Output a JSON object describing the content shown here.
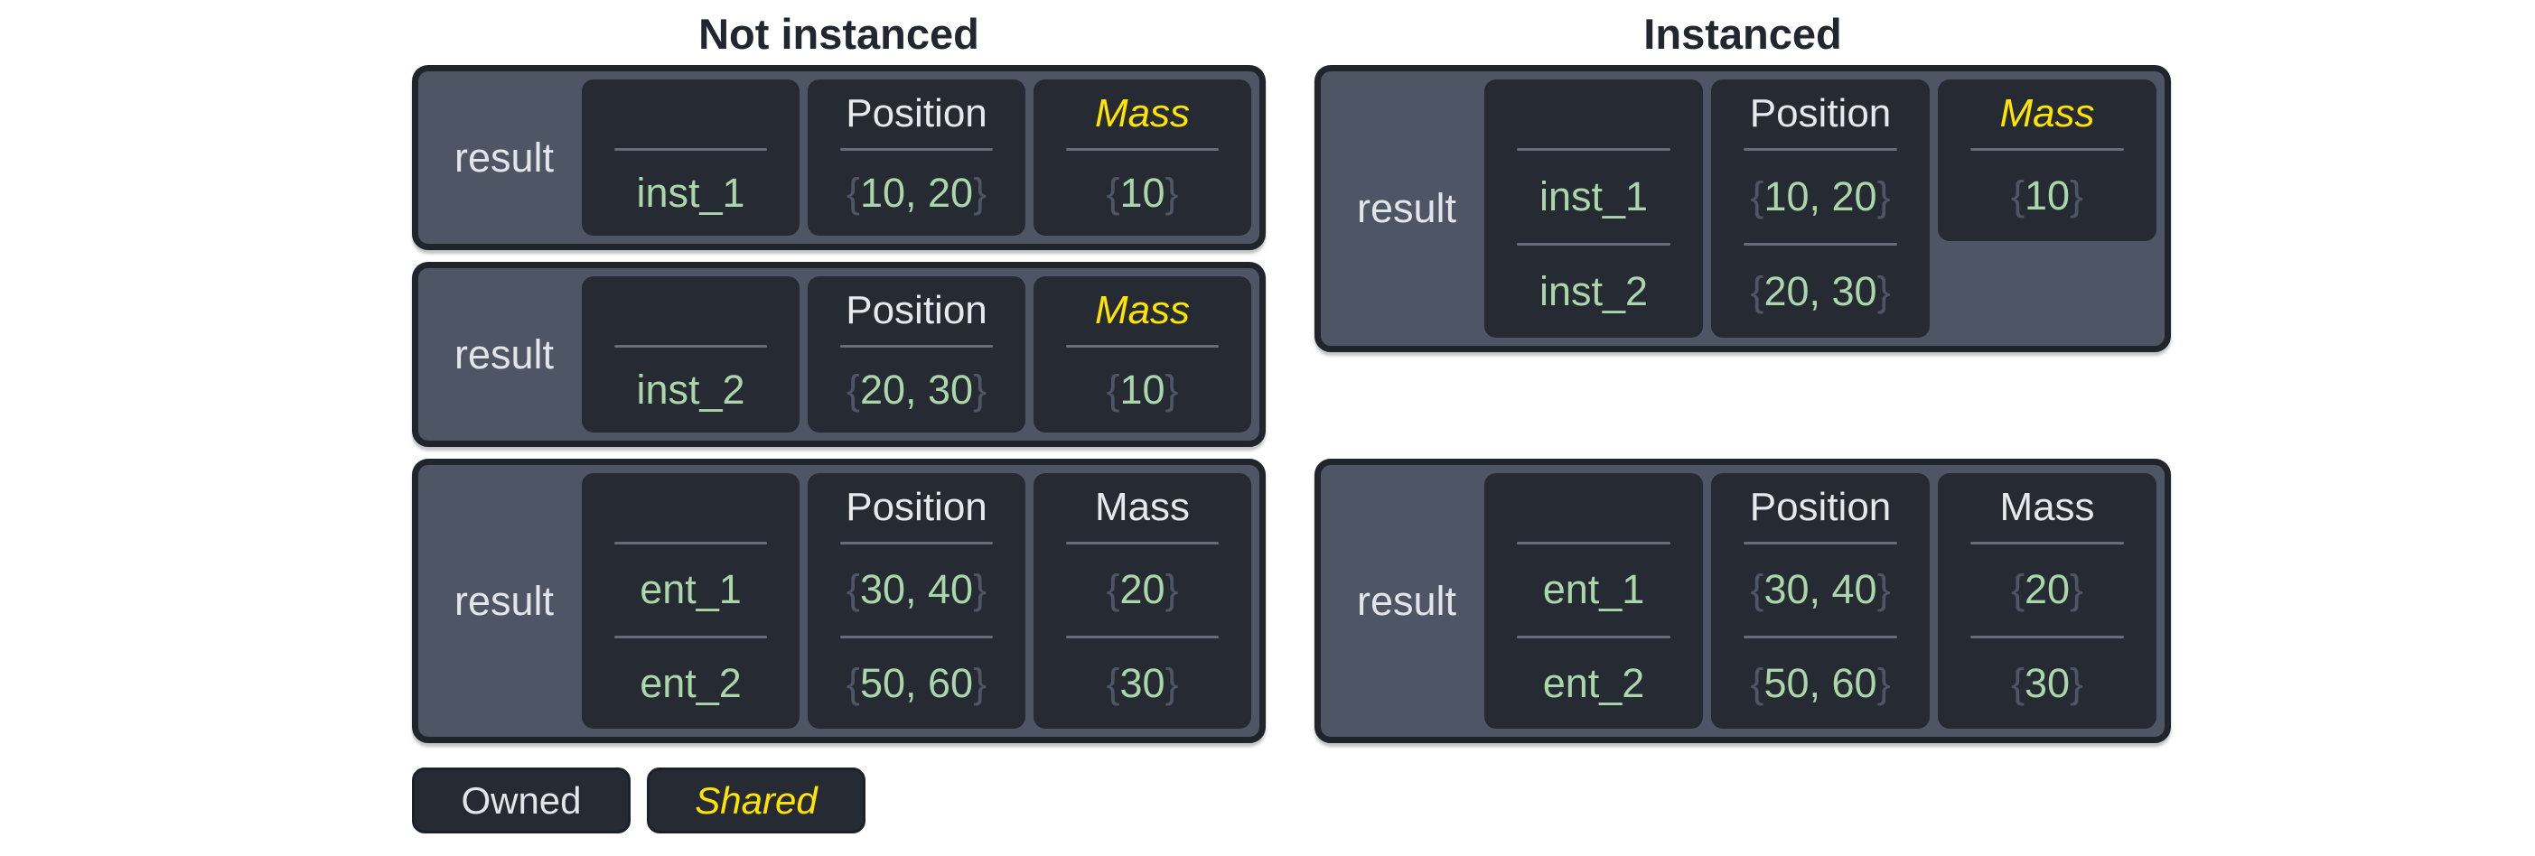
{
  "diagram": {
    "brace_open": "{",
    "brace_close": "}",
    "legend": {
      "owned": "Owned",
      "shared": "Shared"
    },
    "panels": [
      {
        "title": "Not instanced",
        "boxes": [
          {
            "label": "result",
            "entities": [
              "inst_1"
            ],
            "position": {
              "header": "Position",
              "values": [
                "10, 20"
              ]
            },
            "mass": {
              "header": "Mass",
              "shared": true,
              "values": [
                "10"
              ]
            }
          },
          {
            "label": "result",
            "entities": [
              "inst_2"
            ],
            "position": {
              "header": "Position",
              "values": [
                "20, 30"
              ]
            },
            "mass": {
              "header": "Mass",
              "shared": true,
              "values": [
                "10"
              ]
            }
          },
          {
            "label": "result",
            "entities": [
              "ent_1",
              "ent_2"
            ],
            "position": {
              "header": "Position",
              "values": [
                "30, 40",
                "50, 60"
              ]
            },
            "mass": {
              "header": "Mass",
              "shared": false,
              "values": [
                "20",
                "30"
              ]
            }
          }
        ]
      },
      {
        "title": "Instanced",
        "boxes": [
          {
            "label": "result",
            "entities": [
              "inst_1",
              "inst_2"
            ],
            "position": {
              "header": "Position",
              "values": [
                "10, 20",
                "20, 30"
              ]
            },
            "mass": {
              "header": "Mass",
              "shared": true,
              "values": [
                "10"
              ]
            }
          },
          {
            "label": "result",
            "entities": [
              "ent_1",
              "ent_2"
            ],
            "position": {
              "header": "Position",
              "values": [
                "30, 40",
                "50, 60"
              ]
            },
            "mass": {
              "header": "Mass",
              "shared": false,
              "values": [
                "20",
                "30"
              ]
            }
          }
        ]
      }
    ],
    "colors": {
      "page_background": "#ffffff",
      "box_border": "#20242b",
      "box_fill": "#4e5565",
      "cell_fill": "#262a33",
      "divider": "#666d7a",
      "label_text": "#e2e5ea",
      "owned_text": "#e6e9ee",
      "shared_text": "#ffe400",
      "value_text": "#aad6aa",
      "brace_text": "#4e5564",
      "title_text": "#22262e"
    }
  }
}
